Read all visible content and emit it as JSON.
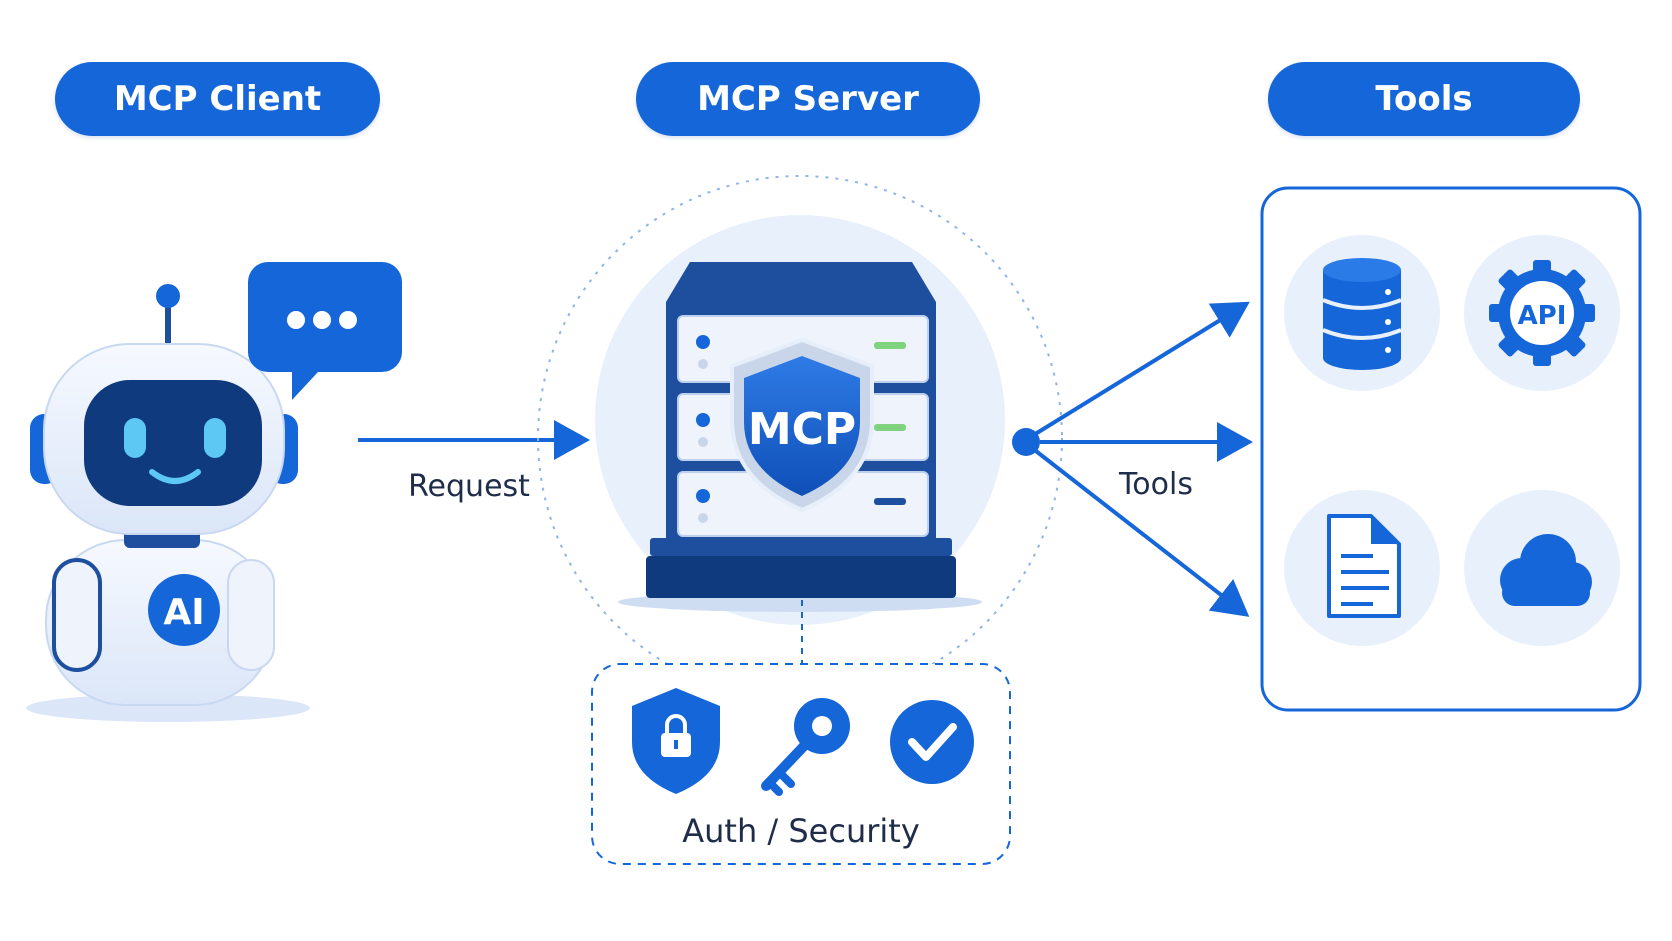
{
  "headers": {
    "client": "MCP Client",
    "server": "MCP Server",
    "tools": "Tools"
  },
  "client": {
    "chest_badge": "AI"
  },
  "server": {
    "shield_text": "MCP"
  },
  "arrows": {
    "request_label": "Request",
    "tools_label": "Tools"
  },
  "tools_panel": {
    "api_label": "API",
    "items": [
      "database-icon",
      "api-gear-icon",
      "document-icon",
      "cloud-icon"
    ]
  },
  "security": {
    "label": "Auth / Security",
    "icons": [
      "shield-lock-icon",
      "key-icon",
      "check-circle-icon"
    ]
  },
  "colors": {
    "primary": "#1566d9",
    "navy": "#1d4f9e",
    "light_circle": "#e8f0fb",
    "text": "#1f2d4a"
  }
}
